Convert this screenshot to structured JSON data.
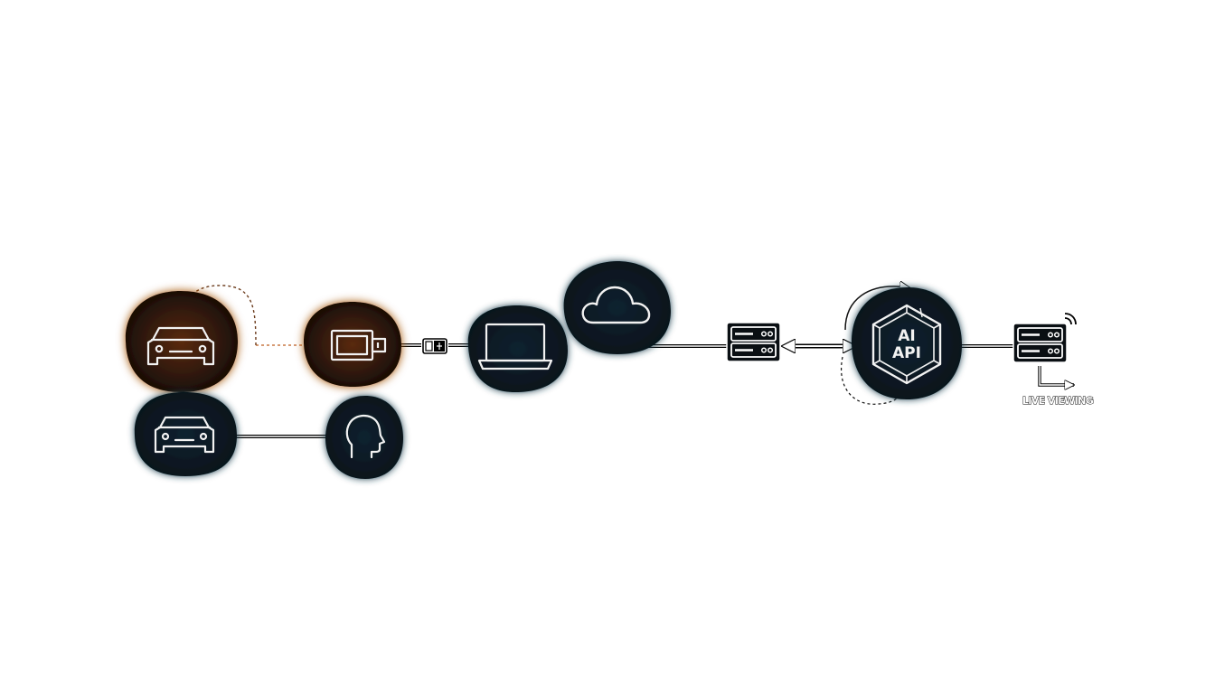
{
  "diagram": {
    "colors": {
      "background": "#ffffff",
      "node_fill": "#07141c",
      "node_glow": "#1d4050",
      "accent_fill": "#2a1608",
      "accent_glow": "#a4520e",
      "icon_stroke": "#f2f2f2",
      "accent_connector": "#c87845"
    },
    "nodes": [
      {
        "id": "car-primary",
        "icon": "car-icon",
        "accent": true
      },
      {
        "id": "car-secondary",
        "icon": "car-icon",
        "accent": false
      },
      {
        "id": "dashcam-device",
        "icon": "dashcam-device-icon",
        "accent": true
      },
      {
        "id": "driver",
        "icon": "person-head-icon",
        "accent": false
      },
      {
        "id": "usb-connector",
        "icon": "usb-plug-icon",
        "accent": false
      },
      {
        "id": "laptop",
        "icon": "laptop-icon",
        "accent": false
      },
      {
        "id": "cloud",
        "icon": "cloud-icon",
        "accent": false
      },
      {
        "id": "server-primary",
        "icon": "server-icon",
        "accent": false
      },
      {
        "id": "ai-api",
        "icon": "ai-hexagon-icon",
        "accent": false,
        "line1": "AI",
        "line2": "API"
      },
      {
        "id": "server-live",
        "icon": "server-wireless-icon",
        "accent": false
      }
    ],
    "live_viewing_label": "LIVE VIEWING"
  }
}
